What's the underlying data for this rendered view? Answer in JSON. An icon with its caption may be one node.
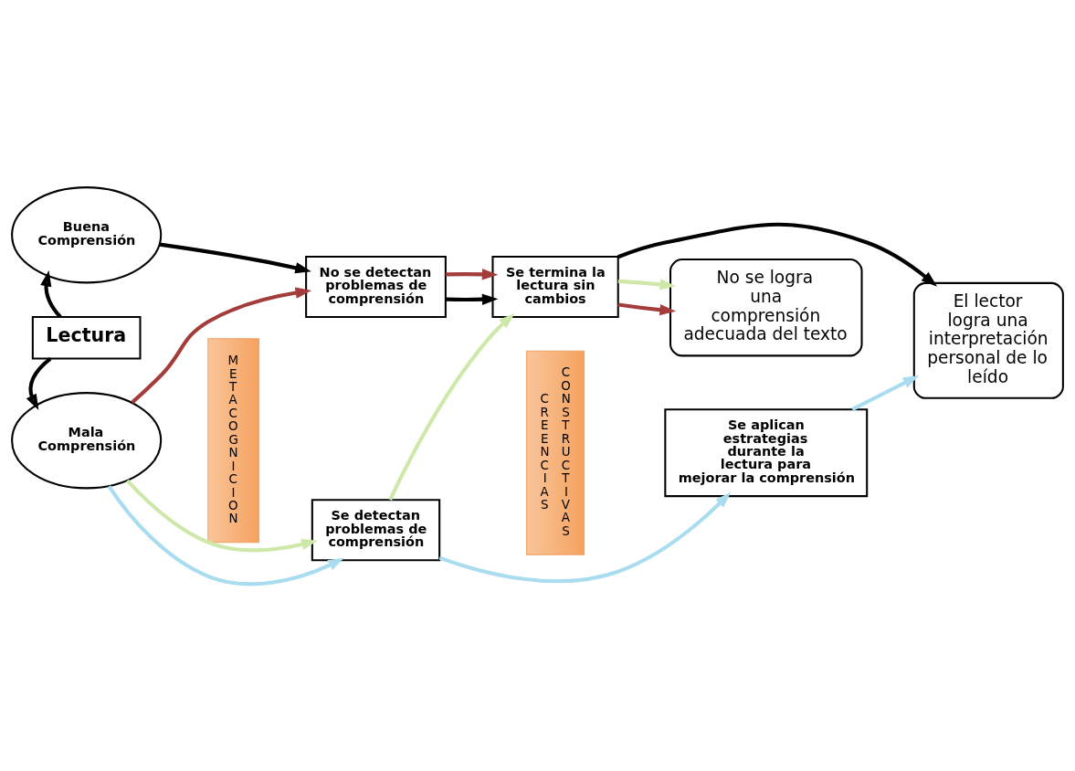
{
  "diagram": {
    "nodes": [
      {
        "text": [
          "Buena Comprensión"
        ]
      },
      {
        "text": [
          "Lectura"
        ]
      },
      {
        "text": [
          "Mala Comprensión"
        ]
      },
      {
        "text": [
          "No se detectan problemas de comprensión"
        ]
      },
      {
        "text": [
          "Se termina la lectura sin cambios"
        ]
      },
      {
        "text": [
          "El lector logra una interpretación personal de lo leído"
        ]
      },
      {
        "text": [
          "METACOGNICION"
        ]
      },
      {
        "text": [
          "Se detectan problemas de comprensión"
        ]
      },
      {
        "text": [
          "CREENCIAS",
          "CONSTRUCTIVAS"
        ]
      },
      {
        "text": [
          "Se aplican estrategias durante la lectura para mejorar la comprensión"
        ]
      },
      {
        "text": [
          "No se logra una comprensión adecuada del texto"
        ]
      }
    ],
    "edges": [
      {
        "from": 1,
        "to": 0,
        "arrow": "to"
      },
      {
        "from": 1,
        "to": 2,
        "arrow": "to"
      },
      {
        "from": 0,
        "to": 3,
        "arrow": "to",
        "color": "#000000"
      },
      {
        "from": 3,
        "to": 4,
        "arrow": "to",
        "color": "#000000"
      },
      {
        "from": 3,
        "to": 4,
        "arrow": "to",
        "color": "#a33c3a"
      },
      {
        "from": 4,
        "to": 5,
        "arrow": "to",
        "color": "#000000"
      },
      {
        "from": 2,
        "to": 3,
        "arrow": "to",
        "color": "#a33c3a"
      },
      {
        "from": 2,
        "to": 7,
        "arrow": "to",
        "color": "#a9dcef"
      },
      {
        "from": 2,
        "to": 7,
        "arrow": "to",
        "color": "#cde8a8"
      },
      {
        "from": 7,
        "to": 4,
        "arrow": "to",
        "color": "#cde8a8"
      },
      {
        "from": 7,
        "to": 9,
        "arrow": "to",
        "color": "#a9dcef"
      },
      {
        "from": 9,
        "to": 5,
        "arrow": "to",
        "color": "#a9dcef"
      },
      {
        "from": 4,
        "to": 10,
        "arrow": "to",
        "color": "#a33c3a"
      },
      {
        "from": 4,
        "to": 10,
        "arrow": "to",
        "color": "#cde8a8"
      }
    ]
  }
}
